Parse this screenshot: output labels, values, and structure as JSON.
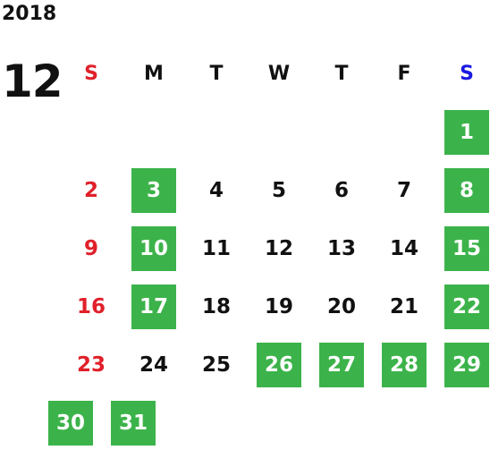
{
  "year": "2018",
  "month": "12",
  "colors": {
    "holiday_green": "#3cb34a",
    "sunday_red": "#e0202a",
    "saturday_blue": "#1a1ae0",
    "text": "#111111"
  },
  "weekdays": [
    "S",
    "M",
    "T",
    "W",
    "T",
    "F",
    "S"
  ],
  "weeks": [
    [
      {
        "text": "",
        "style": "empty"
      },
      {
        "text": "",
        "style": "empty"
      },
      {
        "text": "",
        "style": "empty"
      },
      {
        "text": "",
        "style": "empty"
      },
      {
        "text": "",
        "style": "empty"
      },
      {
        "text": "",
        "style": "empty"
      },
      {
        "text": "1",
        "style": "green"
      }
    ],
    [
      {
        "text": "2",
        "style": "sun"
      },
      {
        "text": "3",
        "style": "green"
      },
      {
        "text": "4",
        "style": "normal"
      },
      {
        "text": "5",
        "style": "normal"
      },
      {
        "text": "6",
        "style": "normal"
      },
      {
        "text": "7",
        "style": "normal"
      },
      {
        "text": "8",
        "style": "green"
      }
    ],
    [
      {
        "text": "9",
        "style": "sun"
      },
      {
        "text": "10",
        "style": "green"
      },
      {
        "text": "11",
        "style": "normal"
      },
      {
        "text": "12",
        "style": "normal"
      },
      {
        "text": "13",
        "style": "normal"
      },
      {
        "text": "14",
        "style": "normal"
      },
      {
        "text": "15",
        "style": "green"
      }
    ],
    [
      {
        "text": "16",
        "style": "sun"
      },
      {
        "text": "17",
        "style": "green"
      },
      {
        "text": "18",
        "style": "normal"
      },
      {
        "text": "19",
        "style": "normal"
      },
      {
        "text": "20",
        "style": "normal"
      },
      {
        "text": "21",
        "style": "normal"
      },
      {
        "text": "22",
        "style": "green"
      }
    ],
    [
      {
        "text": "23",
        "style": "sun"
      },
      {
        "text": "24",
        "style": "normal"
      },
      {
        "text": "25",
        "style": "normal"
      },
      {
        "text": "26",
        "style": "green"
      },
      {
        "text": "27",
        "style": "green"
      },
      {
        "text": "28",
        "style": "green"
      },
      {
        "text": "29",
        "style": "green"
      }
    ],
    [
      {
        "text": "30",
        "style": "green"
      },
      {
        "text": "31",
        "style": "green"
      },
      {
        "text": "",
        "style": "empty"
      },
      {
        "text": "",
        "style": "empty"
      },
      {
        "text": "",
        "style": "empty"
      },
      {
        "text": "",
        "style": "empty"
      },
      {
        "text": "",
        "style": "empty"
      }
    ]
  ]
}
